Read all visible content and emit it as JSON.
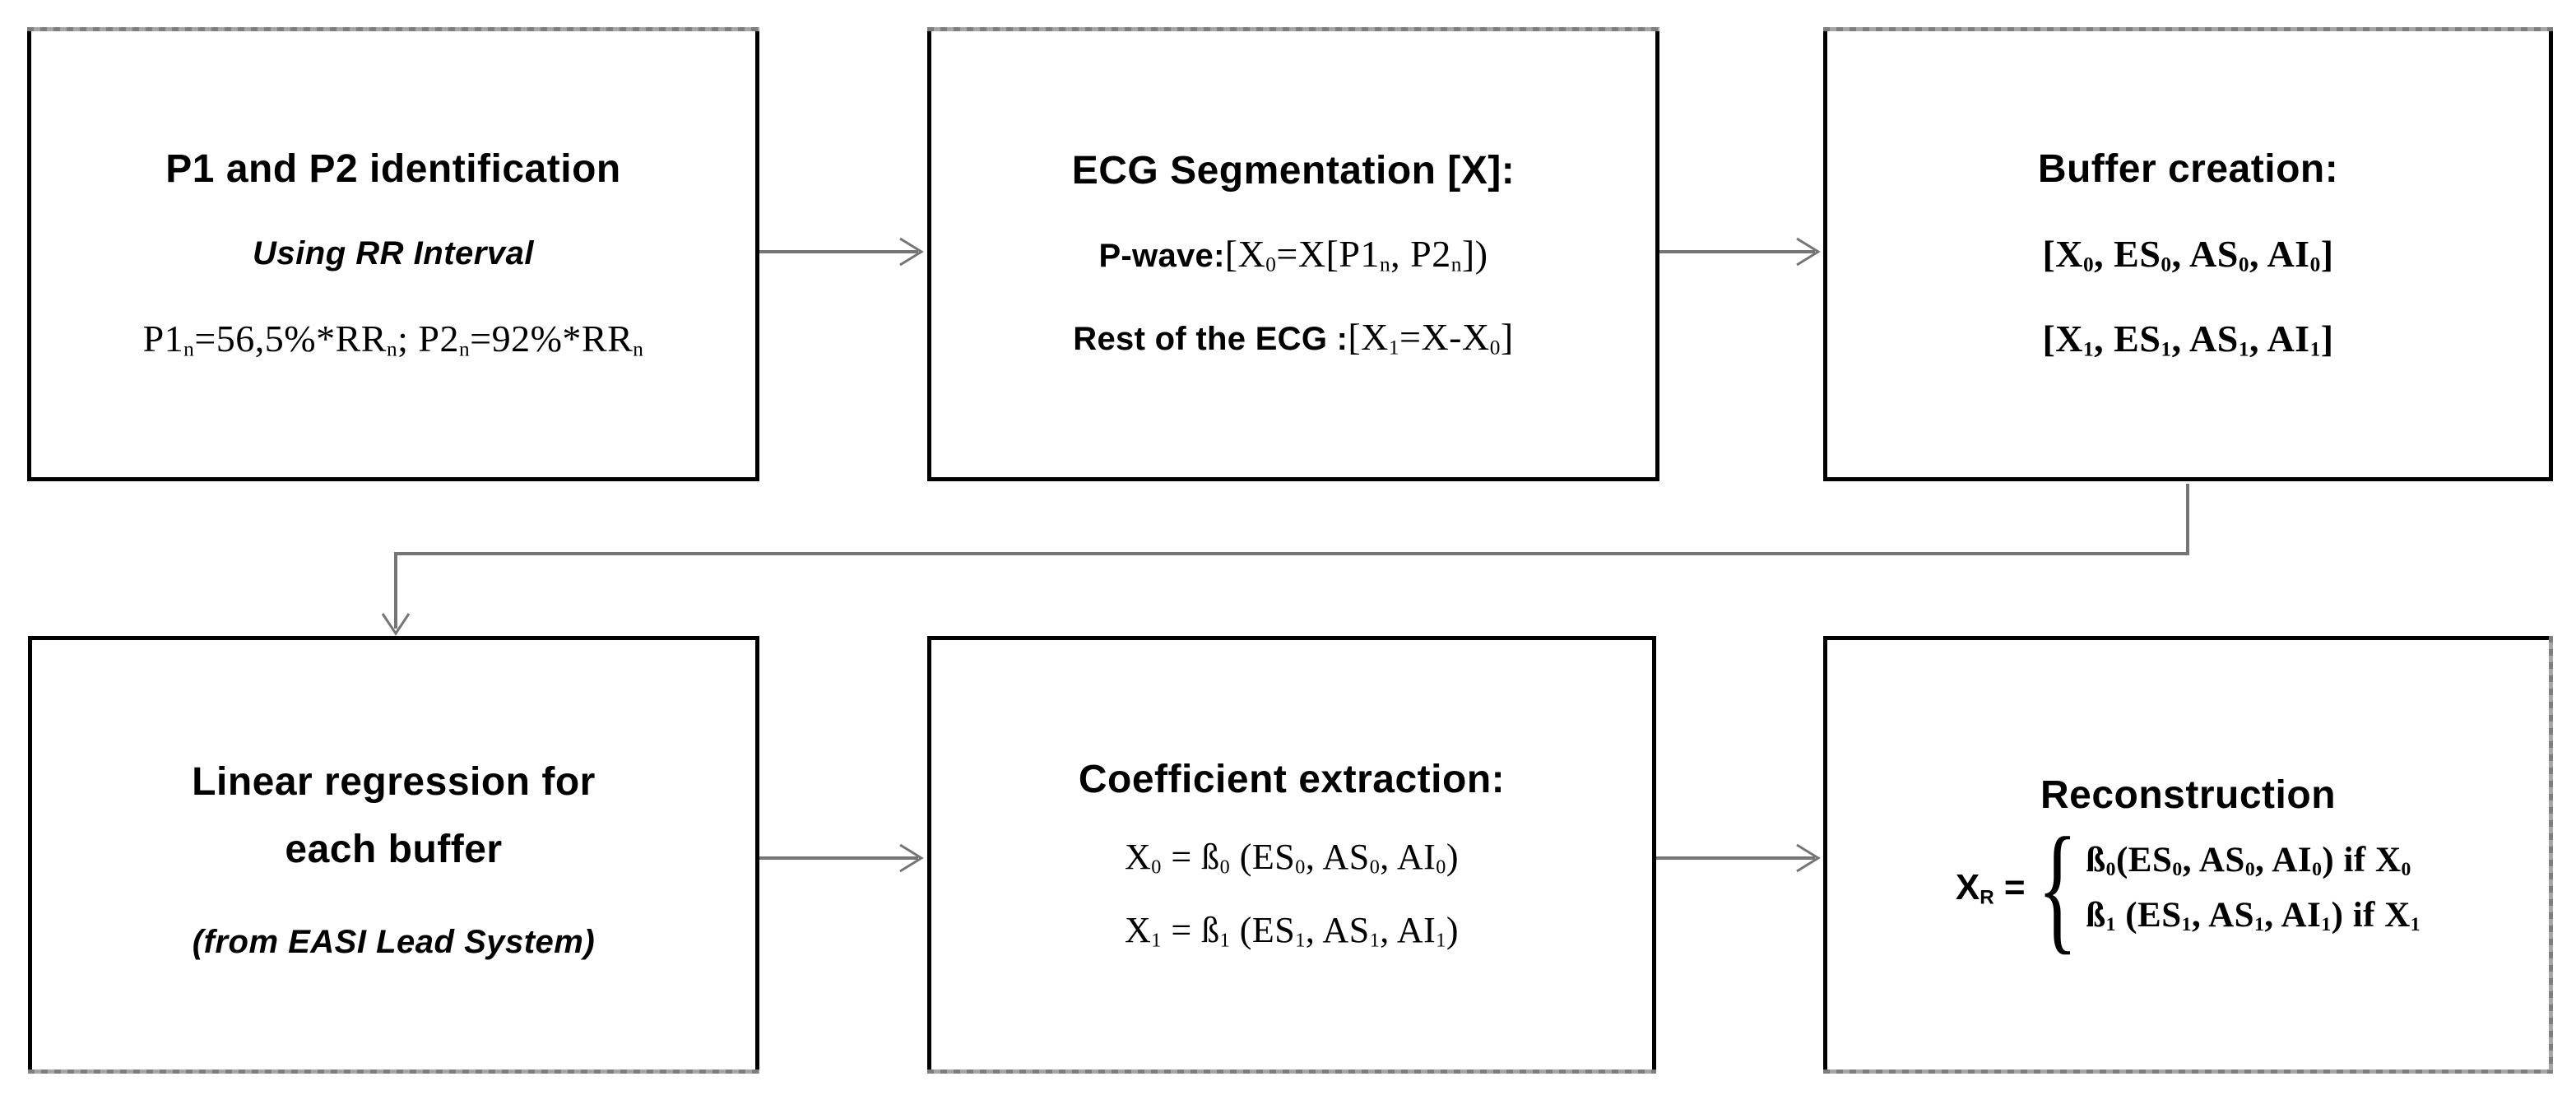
{
  "diagram": {
    "colors": {
      "background": "#ffffff",
      "box_border": "#000000",
      "edge_shadow_gray": "#8f8f8f",
      "connector_gray": "#757575",
      "text": "#000000"
    },
    "boxes": {
      "box1": {
        "title": "P1 and P2 identification",
        "subtitle": "Using RR Interval",
        "formula": "P1_{n}=56,5%*RR_{n}; P2_{n}=92%*RR_{n}"
      },
      "box2": {
        "title": "ECG Segmentation [X]:",
        "line1_label": "P-wave: ",
        "line1_math": "[X_{0}=X[P1_{n}, P2_{n}])",
        "line2_label": "Rest of the ECG : ",
        "line2_math": "[X_{1}=X-X_{0}]"
      },
      "box3": {
        "title": "Buffer creation:",
        "row1": "[X_{0}, ES_{0}, AS_{0}, AI_{0}]",
        "row2": "[X_{1}, ES_{1}, AS_{1}, AI_{1}]"
      },
      "box4": {
        "title_line1": "Linear regression for",
        "title_line2": "each buffer",
        "subtitle": "(from EASI Lead System)"
      },
      "box5": {
        "title": "Coefficient extraction:",
        "eq1": "X_{0} = ß_{0} (ES_{0}, AS_{0}, AI_{0})",
        "eq2": "X_{1} = ß_{1} (ES_{1}, AS_{1}, AI_{1})"
      },
      "box6": {
        "title": "Reconstruction",
        "lhs": "X_{R} =",
        "brace": "{",
        "case1": "ß_{0}(ES_{0}, AS_{0}, AI_{0}) if X_{0}",
        "case2": "ß_{1} (ES_{1}, AS_{1}, AI_{1}) if X_{1}"
      }
    }
  }
}
